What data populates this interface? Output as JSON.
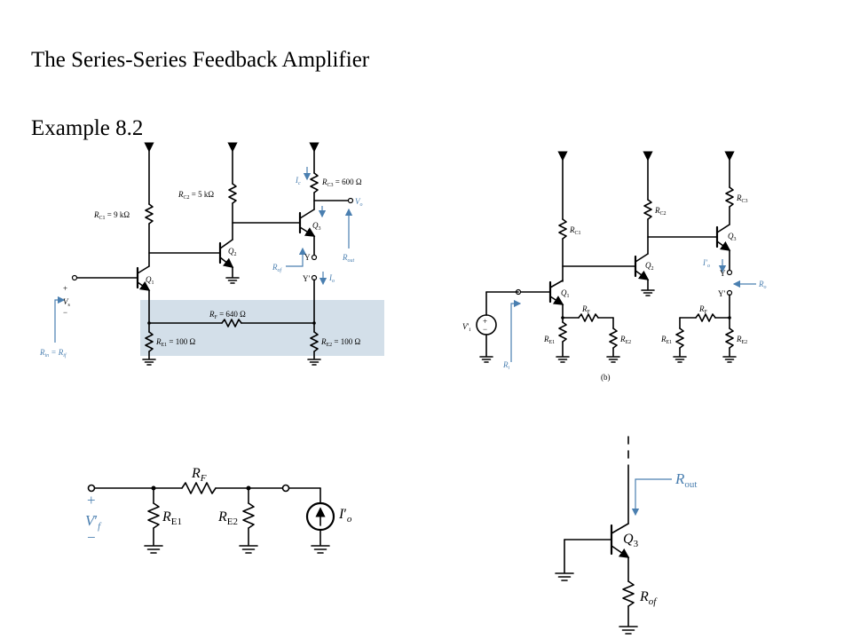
{
  "title": "The Series-Series Feedback Amplifier",
  "subtitle": "Example 8.2",
  "circuit_a": {
    "rc1": "R",
    "rc1_sub": "C1",
    "rc1_val": " = 9 kΩ",
    "rc2": "R",
    "rc2_sub": "C2",
    "rc2_val": " = 5 kΩ",
    "rc3": "R",
    "rc3_sub": "C3",
    "rc3_val": " = 600 Ω",
    "rf": "R",
    "rf_sub": "F",
    "rf_val": " = 640 Ω",
    "re1": "R",
    "re1_sub": "E1",
    "re1_val": " = 100 Ω",
    "re2": "R",
    "re2_sub": "E2",
    "re2_val": " = 100 Ω",
    "q1": "Q",
    "q1_sub": "1",
    "q2": "Q",
    "q2_sub": "2",
    "q3": "Q",
    "q3_sub": "3",
    "vs": "V",
    "vs_sub": "s",
    "plus": "+",
    "minus": "−",
    "ic": "I",
    "ic_sub": "c",
    "vo": "V",
    "vo_sub": "o",
    "rof": "R",
    "rof_sub": "of",
    "y": "Y",
    "yp": "Y′",
    "io": "I",
    "io_sub": "o",
    "rout": "R",
    "rout_sub": "out",
    "rin": "R",
    "rin_sub": "in",
    "rin_eq": " = ",
    "rif": "R",
    "rif_sub": "if"
  },
  "circuit_b": {
    "caption": "(b)",
    "rc1": "R",
    "rc1_sub": "C1",
    "rc2": "R",
    "rc2_sub": "C2",
    "rc3": "R",
    "rc3_sub": "C3",
    "q1": "Q",
    "q1_sub": "1",
    "q2": "Q",
    "q2_sub": "2",
    "q3": "Q",
    "q3_sub": "3",
    "rf1": "R",
    "rf1_sub": "F",
    "rf2": "R",
    "rf2_sub": "F",
    "re1a": "R",
    "re1a_sub": "E1",
    "re2a": "R",
    "re2a_sub": "E2",
    "re1b": "R",
    "re1b_sub": "E1",
    "re2b": "R",
    "re2b_sub": "E2",
    "vi": "V",
    "vi_sub": "i",
    "vi_prime": "′",
    "ri": "R",
    "ri_sub": "i",
    "io": "I",
    "io_sub": "o",
    "io_prime": "′",
    "y": "Y",
    "yp": "Y′",
    "ro": "R",
    "ro_sub": "o",
    "plus": "+",
    "minus": "−"
  },
  "circuit_c": {
    "rf": "R",
    "rf_sub": "F",
    "re1": "R",
    "re1_sub": "E1",
    "re2": "R",
    "re2_sub": "E2",
    "vf": "V",
    "vf_sub": "f",
    "vf_prime": "′",
    "io": "I",
    "io_sub": "o",
    "io_prime": "′",
    "plus": "+",
    "minus": "−"
  },
  "circuit_d": {
    "q3": "Q",
    "q3_sub": "3",
    "rout": "R",
    "rout_sub": "out",
    "rof": "R",
    "rof_sub": "of"
  },
  "colors": {
    "shade": "#d3dfe9",
    "annotation_blue": "#4a7fb0"
  }
}
